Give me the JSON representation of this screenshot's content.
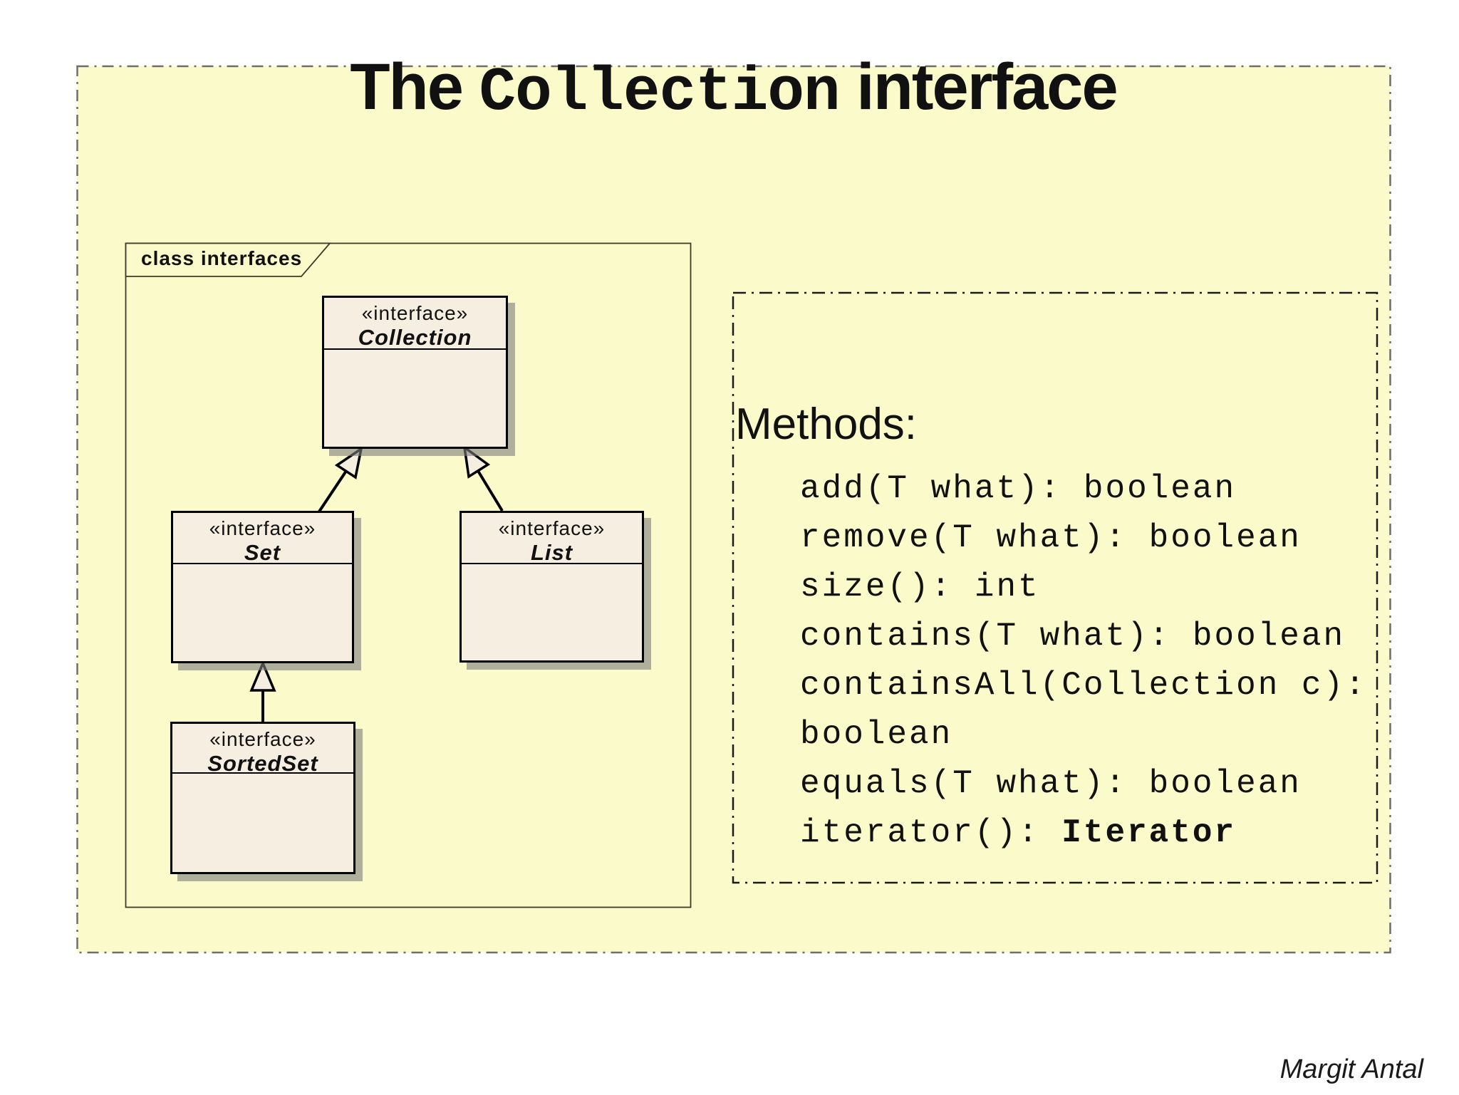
{
  "title": {
    "prefix": "The ",
    "code": "Collection",
    "suffix": " interface"
  },
  "author_signature": "Margit Antal",
  "diagram": {
    "frame_label": "class interfaces",
    "classes": [
      {
        "stereotype": "«interface»",
        "name": "Collection"
      },
      {
        "stereotype": "«interface»",
        "name": "Set"
      },
      {
        "stereotype": "«interface»",
        "name": "List"
      },
      {
        "stereotype": "«interface»",
        "name": "SortedSet"
      }
    ],
    "relations": [
      {
        "from": "Set",
        "to": "Collection",
        "type": "generalization"
      },
      {
        "from": "List",
        "to": "Collection",
        "type": "generalization"
      },
      {
        "from": "SortedSet",
        "to": "Set",
        "type": "generalization"
      }
    ]
  },
  "methods_panel": {
    "heading": "Methods:",
    "items": [
      {
        "text": "add(T what): boolean"
      },
      {
        "text": "remove(T what): boolean"
      },
      {
        "text": "size(): int"
      },
      {
        "text": "contains(T what): boolean"
      },
      {
        "text": "containsAll(Collection c):"
      },
      {
        "text": "boolean"
      },
      {
        "text": "equals(T what): boolean"
      },
      {
        "text": "iterator(): ",
        "bold_text": "Iterator"
      }
    ]
  },
  "colors": {
    "slide_bg": "#FAFACB",
    "box_fill": "#F5EEE1",
    "box_border": "#000000",
    "slide_border": "#6E6E6E",
    "frame_border": "#3C3C28",
    "shadow": "#7D7D7D"
  }
}
